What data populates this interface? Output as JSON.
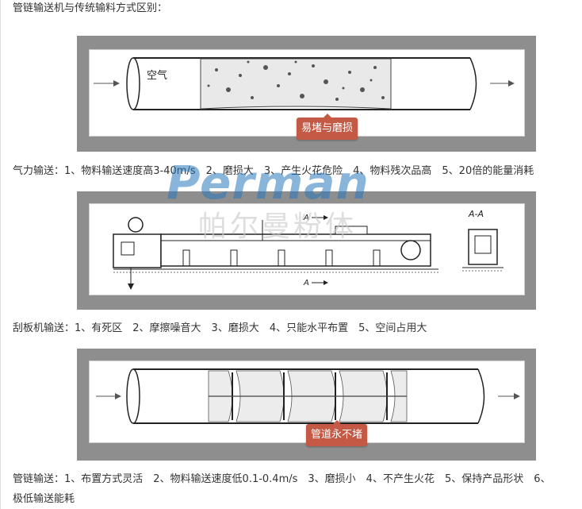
{
  "heading": "管链输送机与传统输料方式区别：",
  "section1": {
    "air_label": "空气",
    "callout": "易堵与磨损",
    "caption": "气力输送：1、物料输送速度高3-40m/s　2、磨损大　3、产生火花危险　4、物料残次品高　5、20倍的能量消耗"
  },
  "section2": {
    "section_label": "A-A",
    "arrow_label_top": "A",
    "arrow_label_bottom": "A",
    "caption": "刮板机输送：1、有死区　2、摩擦噪音大　3、磨损大　4、只能水平布置　5、空间占用大"
  },
  "section3": {
    "callout": "管道永不堵",
    "caption_line1": "管链输送：1、布置方式灵活　2、物料输送速度低0.1-0.4m/s　3、磨损小　4、不产生火花　5、保持产品形状　6、",
    "caption_line2": "极低输送能耗"
  },
  "watermark": {
    "brand": "Perman",
    "chinese": "帕尔曼粉体"
  }
}
